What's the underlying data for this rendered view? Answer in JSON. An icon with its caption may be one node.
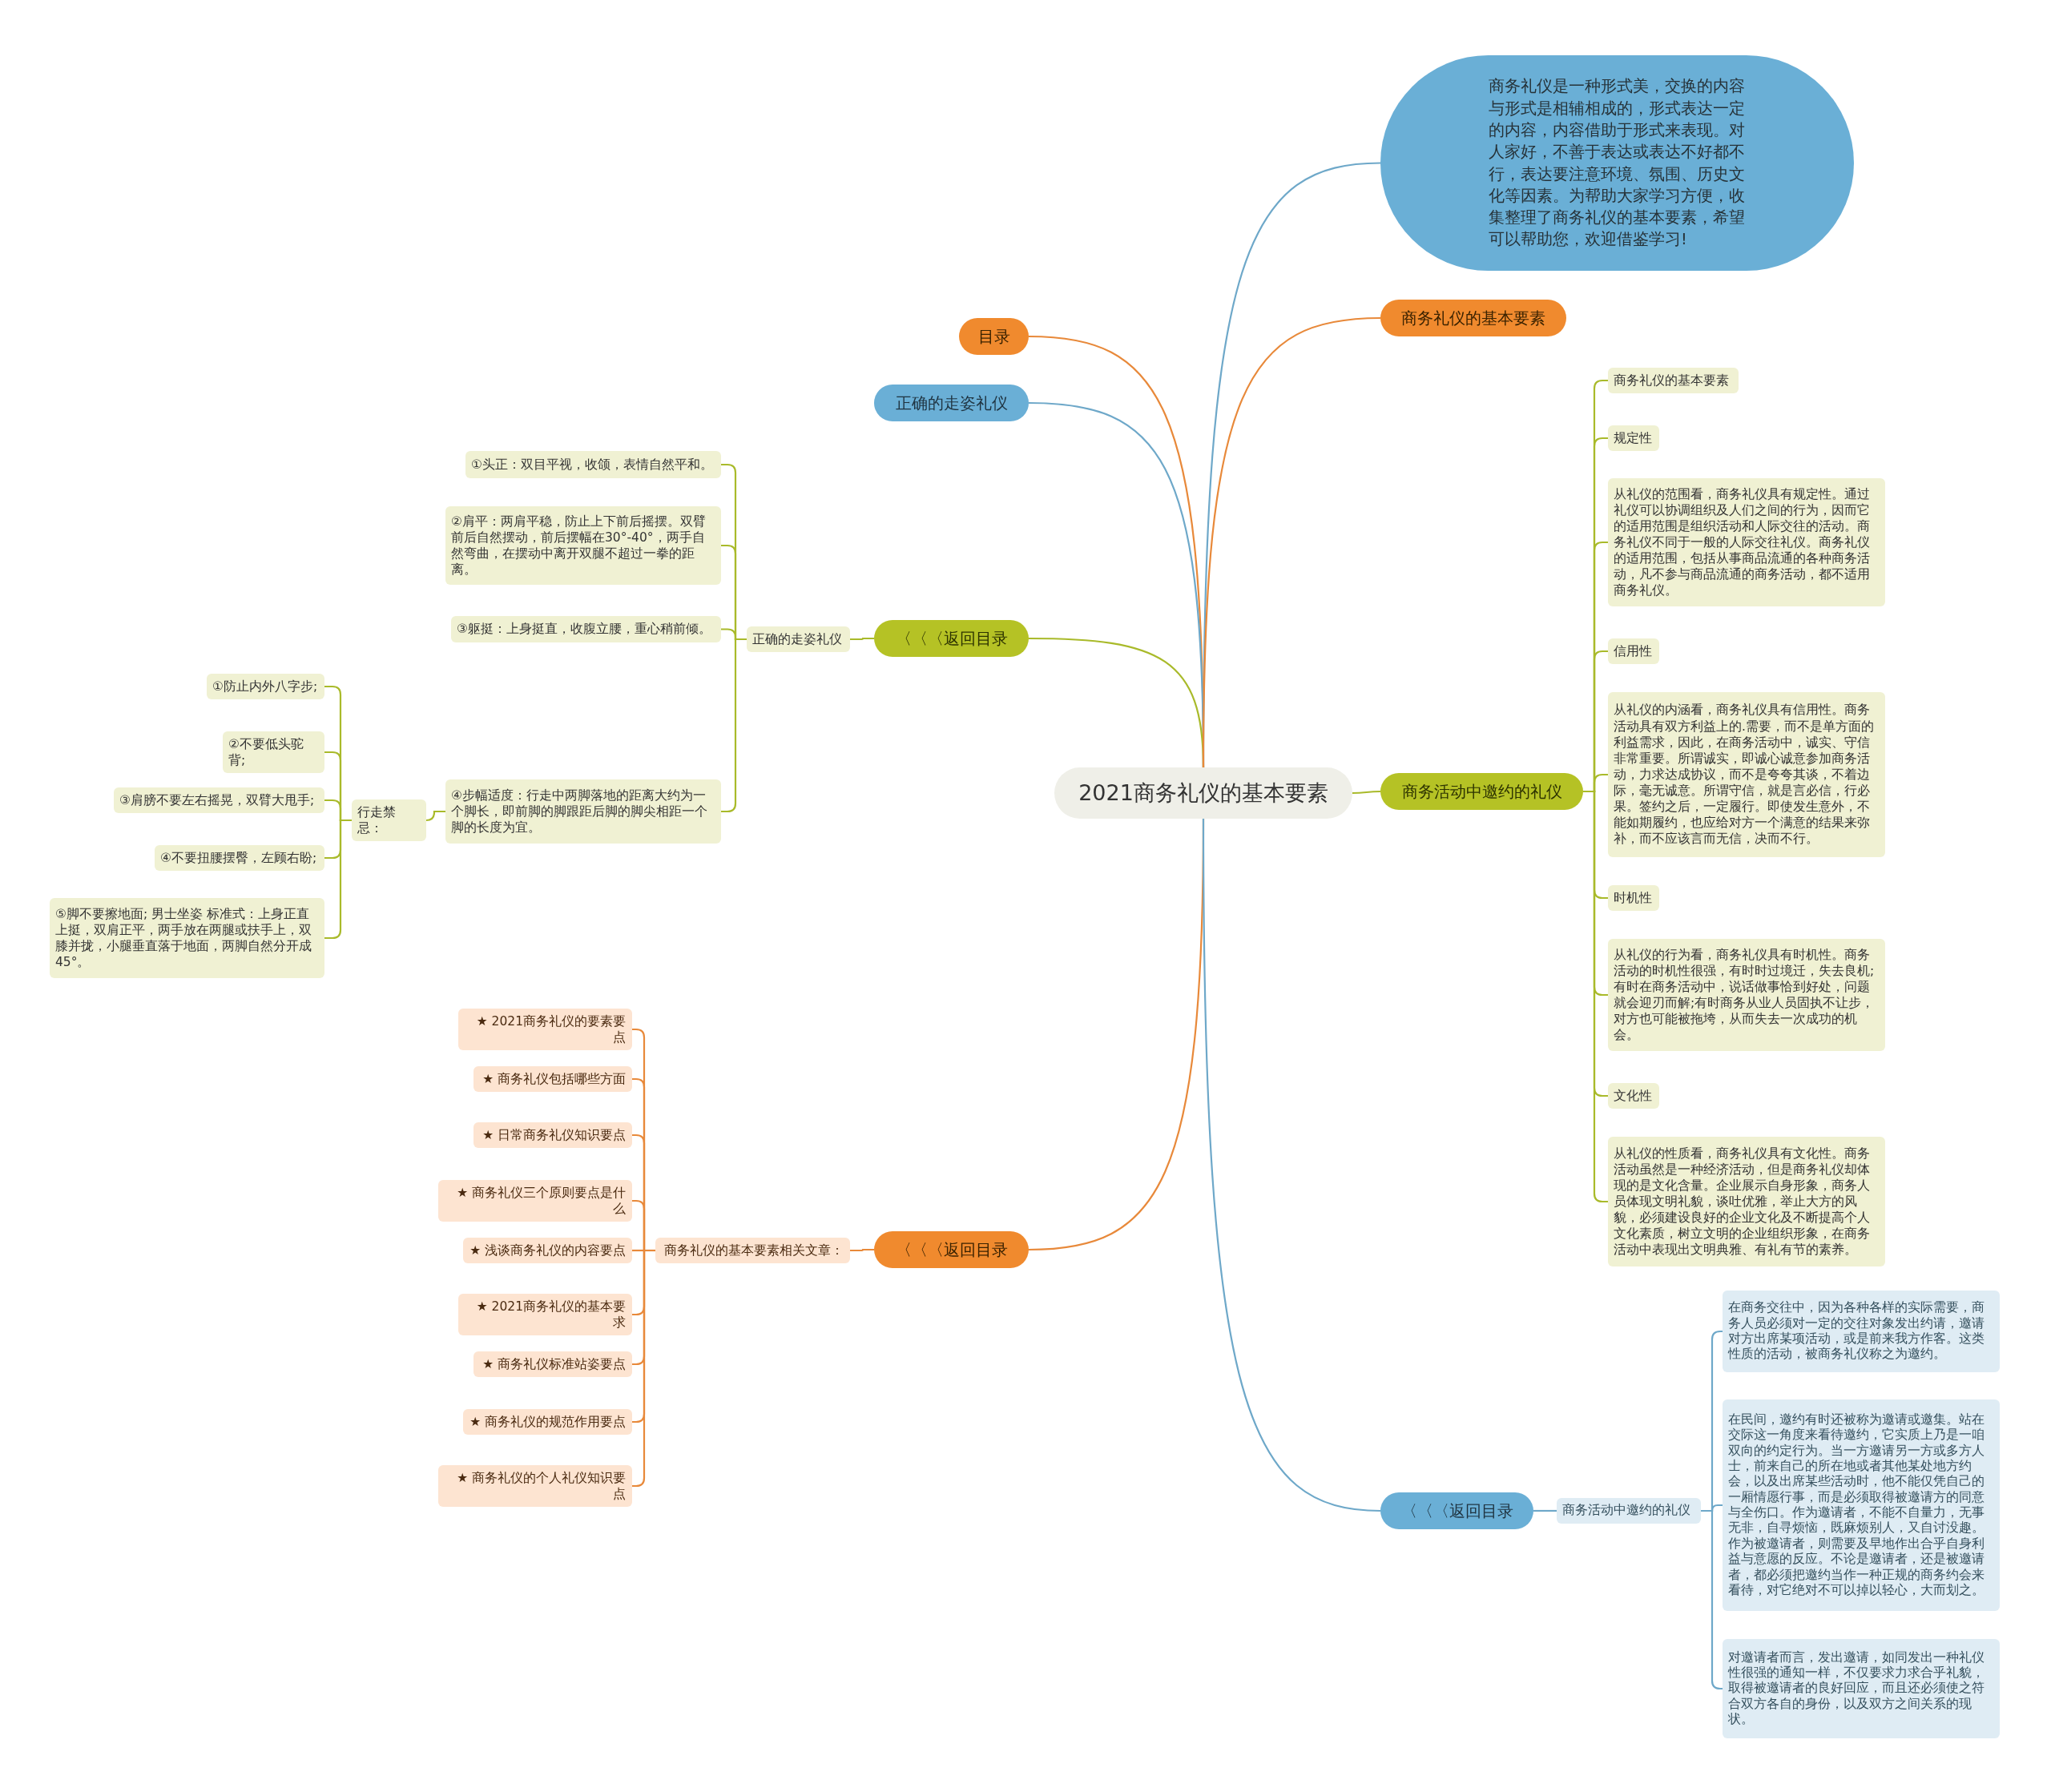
{
  "diagram": {
    "nodes": [
      {
        "text": [
          "2021商务礼仪的基本要素"
        ]
      },
      {
        "text": [
          "商务礼仪是一种形式美，交换的内容与形式是相辅相成的，形式表达一定的内容，内容借助于形式来表现。对人家好，不善于表达或表达不好都不行，表达要注意环境、氛围、历史文化等因素。为帮助大家学习方便，收集整理了商务礼仪的基本要素，希望可以帮助您，欢迎借鉴学习!"
        ]
      },
      {
        "text": [
          "目录"
        ]
      },
      {
        "text": [
          "正确的走姿礼仪"
        ]
      },
      {
        "text": [
          "〈〈〈返回目录"
        ]
      },
      {
        "text": [
          "正确的走姿礼仪"
        ]
      },
      {
        "text": [
          "①头正：双目平视，收颌，表情自然平和。"
        ]
      },
      {
        "text": [
          "②肩平：两肩平稳，防止上下前后摇摆。双臂前后自然摆动，前后摆幅在30°-40°，两手自然弯曲，在摆动中离开双腿不超过一拳的距离。"
        ]
      },
      {
        "text": [
          "③躯挺：上身挺直，收腹立腰，重心稍前倾。"
        ]
      },
      {
        "text": [
          "④步幅适度：行走中两脚落地的距离大约为一个脚长，即前脚的脚跟距后脚的脚尖相距一个脚的长度为宜。"
        ]
      },
      {
        "text": [
          "行走禁忌："
        ]
      },
      {
        "text": [
          "①防止内外八字步;"
        ]
      },
      {
        "text": [
          "②不要低头驼背;"
        ]
      },
      {
        "text": [
          "③肩膀不要左右摇晃，双臂大甩手;"
        ]
      },
      {
        "text": [
          "④不要扭腰摆臀，左顾右盼;"
        ]
      },
      {
        "text": [
          "⑤脚不要擦地面; 男士坐姿 标准式：上身正直上挺，双肩正平，两手放在两腿或扶手上，双膝并拢，小腿垂直落于地面，两脚自然分开成45°。"
        ]
      },
      {
        "text": [
          "商务礼仪的基本要素"
        ]
      },
      {
        "text": [
          "商务活动中邀约的礼仪"
        ]
      },
      {
        "text": [
          "商务礼仪的基本要素"
        ]
      },
      {
        "text": [
          "规定性"
        ]
      },
      {
        "text": [
          "从礼仪的范围看，商务礼仪具有规定性。通过礼仪可以协调组织及人们之间的行为，因而它的适用范围是组织活动和人际交往的活动。商务礼仪不同于一般的人际交往礼仪。商务礼仪的适用范围，包括从事商品流通的各种商务活动，凡不参与商品流通的商务活动，都不适用商务礼仪。"
        ]
      },
      {
        "text": [
          "信用性"
        ]
      },
      {
        "text": [
          "从礼仪的内涵看，商务礼仪具有信用性。商务活动具有双方利益上的.需要，而不是单方面的利益需求，因此，在商务活动中，诚实、守信非常重要。所谓诚实，即诚心诚意参加商务活动，力求达成协议，而不是夸夸其谈，不着边际，毫无诚意。所谓守信，就是言必信，行必果。签约之后，一定履行。即使发生意外，不能如期履约，也应给对方一个满意的结果来弥补，而不应该言而无信，决而不行。"
        ]
      },
      {
        "text": [
          "时机性"
        ]
      },
      {
        "text": [
          "从礼仪的行为看，商务礼仪具有时机性。商务活动的时机性很强，有时时过境迁，失去良机;有时在商务活动中，说话做事恰到好处，问题就会迎刃而解;有时商务从业人员固执不让步，对方也可能被拖垮，从而失去一次成功的机会。"
        ]
      },
      {
        "text": [
          "文化性"
        ]
      },
      {
        "text": [
          "从礼仪的性质看，商务礼仪具有文化性。商务活动虽然是一种经济活动，但是商务礼仪却体现的是文化含量。企业展示自身形象，商务人员体现文明礼貌，谈吐优雅，举止大方的风貌，必须建设良好的企业文化及不断提高个人文化素质，树立文明的企业组织形象，在商务活动中表现出文明典雅、有礼有节的素养。"
        ]
      },
      {
        "text": [
          "〈〈〈返回目录"
        ]
      },
      {
        "text": [
          "商务礼仪的基本要素相关文章："
        ]
      },
      {
        "text": [
          "★ 2021商务礼仪的要素要点"
        ]
      },
      {
        "text": [
          "★ 商务礼仪包括哪些方面"
        ]
      },
      {
        "text": [
          "★ 日常商务礼仪知识要点"
        ]
      },
      {
        "text": [
          "★ 商务礼仪三个原则要点是什么"
        ]
      },
      {
        "text": [
          "★ 浅谈商务礼仪的内容要点"
        ]
      },
      {
        "text": [
          "★ 2021商务礼仪的基本要求"
        ]
      },
      {
        "text": [
          "★ 商务礼仪标准站姿要点"
        ]
      },
      {
        "text": [
          "★ 商务礼仪的规范作用要点"
        ]
      },
      {
        "text": [
          "★ 商务礼仪的个人礼仪知识要点"
        ]
      },
      {
        "text": [
          "〈〈〈返回目录"
        ]
      },
      {
        "text": [
          "商务活动中邀约的礼仪"
        ]
      },
      {
        "text": [
          "在商务交往中，因为各种各样的实际需要，商务人员必须对一定的交往对象发出约请，邀请对方出席某项活动，或是前来我方作客。这类性质的活动，被商务礼仪称之为邀约。"
        ]
      },
      {
        "text": [
          "在民间，邀约有时还被称为邀请或邀集。站在交际这一角度来看待邀约，它实质上乃是一咱双向的约定行为。当一方邀请另一方或多方人士，前来自己的所在地或者其他某处地方约会，以及出席某些活动时，他不能仅凭自己的一厢情愿行事，而是必须取得被邀请方的同意与全伤口。作为邀请者，不能不自量力，无事无非，自寻烦恼，既麻烦别人，又自讨没趣。作为被邀请者，则需要及早地作出合乎自身利益与意愿的反应。不论是邀请者，还是被邀请者，都必须把邀约当作一种正规的商务约会来看待，对它绝对不可以掉以轻心，大而划之。"
        ]
      },
      {
        "text": [
          "对邀请者而言，发出邀请，如同发出一种礼仪性很强的通知一样，不仅要求力求合乎礼貌，取得被邀请者的良好回应，而且还必须使之符合双方各自的身份，以及双方之间关系的现状。"
        ]
      }
    ],
    "edges": [
      {
        "from": 0,
        "to": 1,
        "arrow": "none",
        "color": "#6ea8c9"
      },
      {
        "from": 0,
        "to": 2,
        "arrow": "none",
        "color": "#e8893a"
      },
      {
        "from": 0,
        "to": 3,
        "arrow": "none",
        "color": "#6ea8c9"
      },
      {
        "from": 0,
        "to": 4,
        "arrow": "none"
      },
      {
        "from": 4,
        "to": 5,
        "arrow": "none"
      },
      {
        "from": 5,
        "to": 6,
        "arrow": "none"
      },
      {
        "from": 5,
        "to": 7,
        "arrow": "none"
      },
      {
        "from": 5,
        "to": 8,
        "arrow": "none"
      },
      {
        "from": 5,
        "to": 9,
        "arrow": "none"
      },
      {
        "from": 9,
        "to": 10,
        "arrow": "none"
      },
      {
        "from": 10,
        "to": 11,
        "arrow": "none"
      },
      {
        "from": 10,
        "to": 12,
        "arrow": "none"
      },
      {
        "from": 10,
        "to": 13,
        "arrow": "none"
      },
      {
        "from": 10,
        "to": 14,
        "arrow": "none"
      },
      {
        "from": 10,
        "to": 15,
        "arrow": "none"
      },
      {
        "from": 0,
        "to": 16,
        "arrow": "none",
        "color": "#e8893a"
      },
      {
        "from": 0,
        "to": 17,
        "arrow": "none"
      },
      {
        "from": 17,
        "to": 18,
        "arrow": "none"
      },
      {
        "from": 17,
        "to": 19,
        "arrow": "none"
      },
      {
        "from": 17,
        "to": 20,
        "arrow": "none"
      },
      {
        "from": 17,
        "to": 21,
        "arrow": "none"
      },
      {
        "from": 17,
        "to": 22,
        "arrow": "none"
      },
      {
        "from": 17,
        "to": 23,
        "arrow": "none"
      },
      {
        "from": 17,
        "to": 24,
        "arrow": "none"
      },
      {
        "from": 17,
        "to": 25,
        "arrow": "none"
      },
      {
        "from": 17,
        "to": 26,
        "arrow": "none"
      },
      {
        "from": 0,
        "to": 27,
        "arrow": "none",
        "color": "#e8893a"
      },
      {
        "from": 27,
        "to": 28,
        "arrow": "none",
        "color": "#e8893a"
      },
      {
        "from": 28,
        "to": 29,
        "arrow": "none",
        "color": "#e8893a"
      },
      {
        "from": 28,
        "to": 30,
        "arrow": "none",
        "color": "#e8893a"
      },
      {
        "from": 28,
        "to": 31,
        "arrow": "none",
        "color": "#e8893a"
      },
      {
        "from": 28,
        "to": 32,
        "arrow": "none",
        "color": "#e8893a"
      },
      {
        "from": 28,
        "to": 33,
        "arrow": "none",
        "color": "#e8893a"
      },
      {
        "from": 28,
        "to": 34,
        "arrow": "none",
        "color": "#e8893a"
      },
      {
        "from": 28,
        "to": 35,
        "arrow": "none",
        "color": "#e8893a"
      },
      {
        "from": 28,
        "to": 36,
        "arrow": "none",
        "color": "#e8893a"
      },
      {
        "from": 28,
        "to": 37,
        "arrow": "none",
        "color": "#e8893a"
      },
      {
        "from": 0,
        "to": 38,
        "arrow": "none",
        "color": "#6ea8c9"
      },
      {
        "from": 38,
        "to": 39,
        "arrow": "none",
        "color": "#6ea8c9"
      },
      {
        "from": 39,
        "to": 40,
        "arrow": "none",
        "color": "#6ea8c9"
      },
      {
        "from": 39,
        "to": 41,
        "arrow": "none",
        "color": "#6ea8c9"
      },
      {
        "from": 39,
        "to": 42,
        "arrow": "none",
        "color": "#6ea8c9"
      }
    ]
  }
}
